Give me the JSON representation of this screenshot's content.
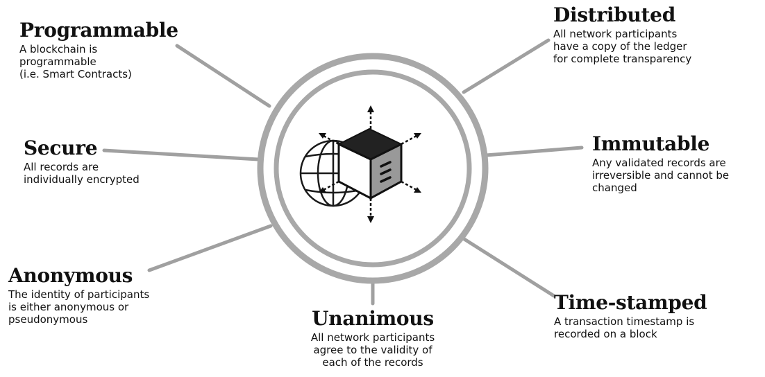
{
  "features": {
    "programmable": {
      "title": "Programmable",
      "text": "A blockchain is\nprogrammable\n(i.e. Smart Contracts)"
    },
    "distributed": {
      "title": "Distributed",
      "text": "All network participants\nhave a copy of the ledger\nfor complete transparency"
    },
    "secure": {
      "title": "Secure",
      "text": "All records are\nindividually encrypted"
    },
    "immutable": {
      "title": "Immutable",
      "text": "Any validated records are\nirreversible and cannot be\nchanged"
    },
    "anonymous": {
      "title": "Anonymous",
      "text": "The identity of participants\nis either anonymous or\npseudonymous"
    },
    "unanimous": {
      "title": "Unanimous",
      "text": "All network participants\nagree to the validity of\neach of the records"
    },
    "timestamped": {
      "title": "Time-stamped",
      "text": "A transaction timestamp is\nrecorded on a block"
    }
  },
  "icons": {
    "center": "blockchain-cube-globe-icon"
  },
  "colors": {
    "ring": "#a8a8a8",
    "connector": "#a0a0a0",
    "text": "#111111",
    "cube_top": "#222222",
    "cube_side": "#999999"
  }
}
